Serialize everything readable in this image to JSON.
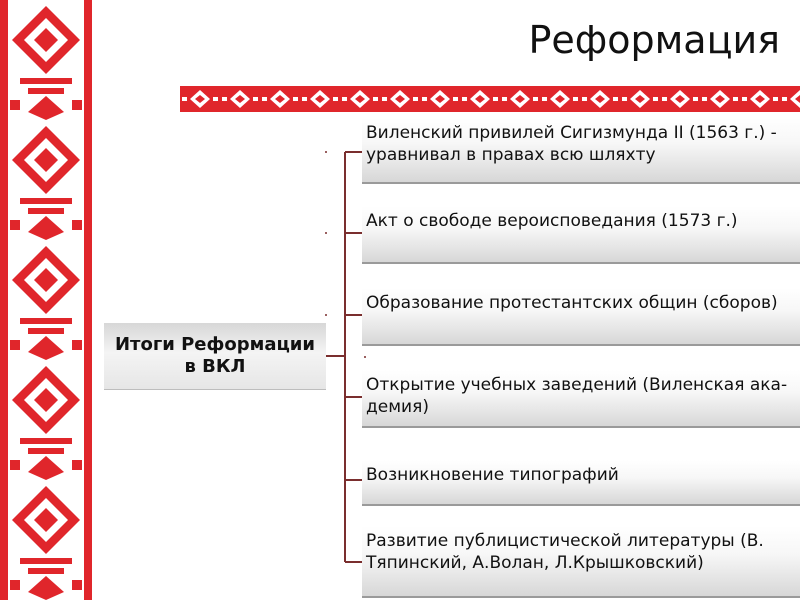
{
  "title": "Реформация",
  "root": {
    "label": "Итоги Реформации в ВКЛ"
  },
  "items": [
    {
      "label": "Виленский привилей Сигизмунда II (1563 г.) - уравнивал в правах всю шляхту"
    },
    {
      "label": "Акт о свободе вероисповедания (1573 г.)"
    },
    {
      "label": "Образование протестантских общин (сборов)"
    },
    {
      "label": "Открытие учебных заведений (Виленская ака-демия)"
    },
    {
      "label": "Возникновение типографий"
    },
    {
      "label": "Развитие публицистической литературы (В. Тяпинский, А.Волан, Л.Крышковский)"
    }
  ],
  "colors": {
    "ornament": "#e0262b",
    "connector": "#7a2e2e"
  }
}
